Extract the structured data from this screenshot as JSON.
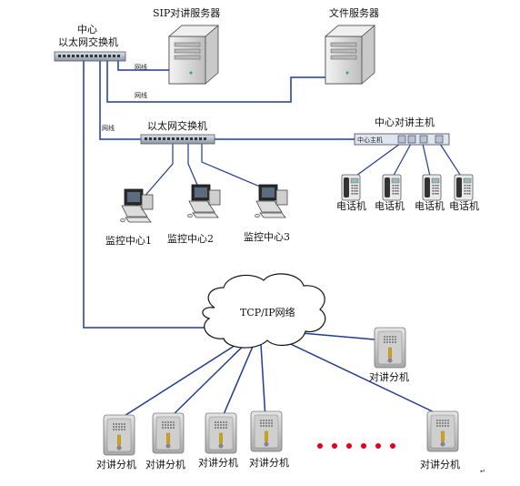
{
  "labels": {
    "sip_server": "SIP对讲服务器",
    "file_server": "文件服务器",
    "center_switch_line1": "中心",
    "center_switch_line2": "以太网交换机",
    "cable_1": "网线",
    "cable_2": "网线",
    "cable_3": "网线",
    "eth_switch": "以太网交换机",
    "center_host_title": "中心对讲主机",
    "center_host_inner": "中心主机",
    "network": "TCP/IP网络",
    "more_marker": "↵"
  },
  "phones": [
    "电话机",
    "电话机",
    "电话机",
    "电话机"
  ],
  "monitors": [
    "监控中心1",
    "监控中心2",
    "监控中心3"
  ],
  "intercom_label": "对讲分机",
  "intercom_labels": [
    "对讲分机",
    "对讲分机",
    "对讲分机",
    "对讲分机",
    "对讲分机",
    "对讲分机"
  ],
  "colors": {
    "wire": "#1f3b99",
    "ellipsis_dots": "#e0001b",
    "server_body": "#e8e8e8"
  }
}
